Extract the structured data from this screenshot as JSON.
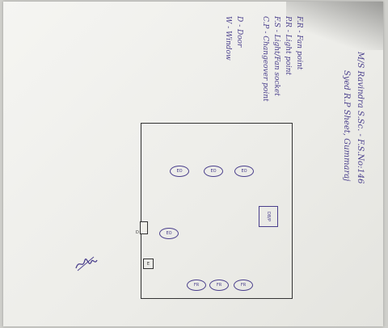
{
  "header": {
    "line1": "M/S Ravindra S.Sc. - F.S.No:146",
    "line2": "Syed R.P Sheet, Gummaraj"
  },
  "legend": [
    "F.R - Fan point",
    "P.R - Light point",
    "F.S - Light/Fan socket",
    "C.P - Changeover point",
    "D - Door",
    "W - Window"
  ],
  "room": {
    "row_top": [
      "EO",
      "EO",
      "EO"
    ],
    "row_mid": [
      "EO"
    ],
    "row_bottom": [
      "FR",
      "FR",
      "FR"
    ],
    "db_label": "DB/P",
    "door_label": "D",
    "ew_label": "E"
  },
  "signature": "handwritten signature"
}
